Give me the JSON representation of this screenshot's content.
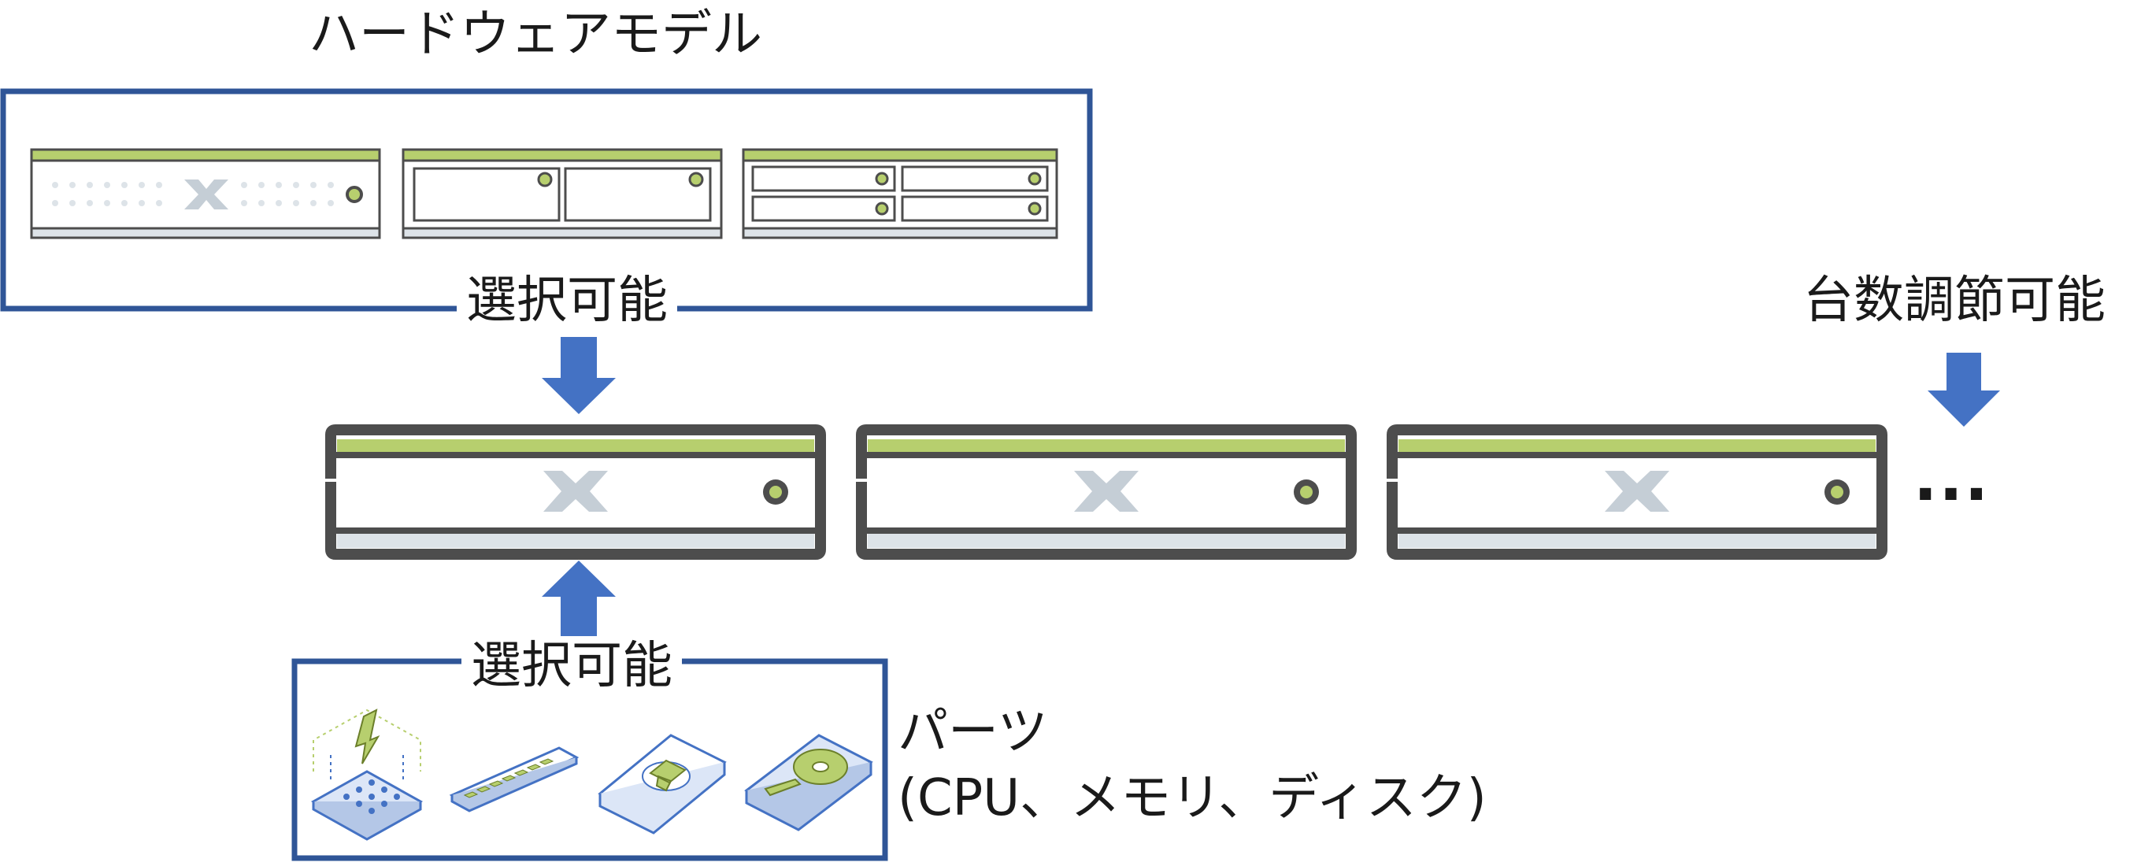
{
  "labels": {
    "hardware_model_title": "ハードウェアモデル",
    "selectable_top": "選択可能",
    "quantity_adjustable": "台数調節可能",
    "ellipsis": "...",
    "selectable_bottom": "選択可能",
    "parts_line1": "パーツ",
    "parts_line2": "(CPU、メモリ、ディスク)"
  },
  "colors": {
    "frame_blue": "#2f5597",
    "arrow_blue": "#4472c4",
    "chassis_dark": "#4d4d4d",
    "accent_green": "#b7cf6e",
    "logo_gray": "#c5ced6",
    "base_gray": "#dde3e8"
  },
  "icons": [
    "cpu-icon",
    "memory-icon",
    "disk-ssd-icon",
    "disk-hdd-icon"
  ]
}
